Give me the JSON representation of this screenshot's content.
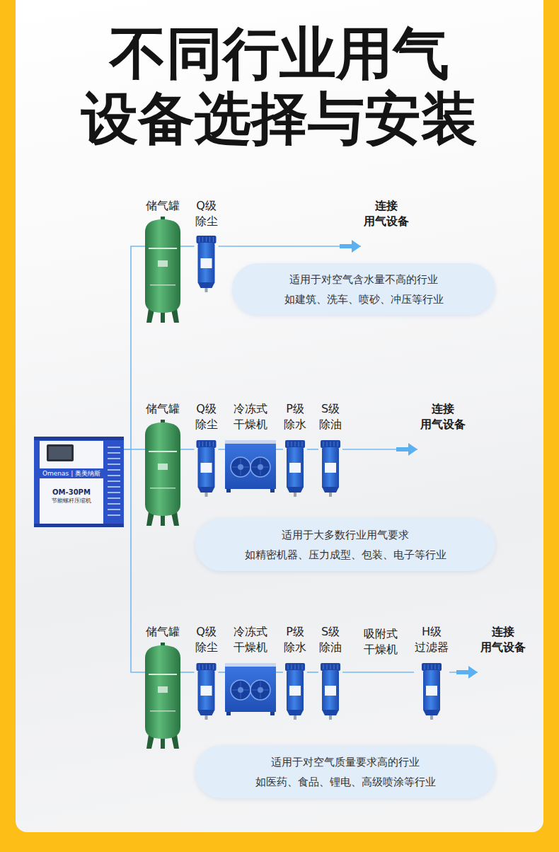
{
  "diagram": {
    "title": "不同行业用气 设备选择与安装",
    "nodes": [
      {
        "text": [
          "Omenas | 奥美纳斯",
          "OM-30PM",
          "节能螺杆压缩机"
        ]
      },
      {
        "text": [
          "储气罐"
        ]
      },
      {
        "text": [
          "Q级 除尘"
        ]
      },
      {
        "text": [
          "连接 用气设备"
        ]
      },
      {
        "text": [
          "适用于对空气含水量不高的行业",
          "如建筑、洗车、喷砂、冲压等行业"
        ]
      },
      {
        "text": [
          "储气罐"
        ]
      },
      {
        "text": [
          "Q级 除尘"
        ]
      },
      {
        "text": [
          "冷冻式 干燥机"
        ]
      },
      {
        "text": [
          "P级 除水"
        ]
      },
      {
        "text": [
          "S级 除油"
        ]
      },
      {
        "text": [
          "连接 用气设备"
        ]
      },
      {
        "text": [
          "适用于大多数行业用气要求",
          "如精密机器、压力成型、包装、电子等行业"
        ]
      },
      {
        "text": [
          "储气罐"
        ]
      },
      {
        "text": [
          "Q级 除尘"
        ]
      },
      {
        "text": [
          "冷冻式 干燥机"
        ]
      },
      {
        "text": [
          "P级 除水"
        ]
      },
      {
        "text": [
          "S级 除油"
        ]
      },
      {
        "text": [
          "H级 过滤器"
        ]
      },
      {
        "text": [
          "连接 用气设备"
        ]
      },
      {
        "text": [
          "适用于对空气质量要求高的行业",
          "如医药、食品、锂电、高级喷涂等行业"
        ]
      }
    ],
    "edges": [
      {
        "from": 0,
        "to": 1,
        "arrow": "none"
      },
      {
        "from": 0,
        "to": 5,
        "arrow": "none"
      },
      {
        "from": 0,
        "to": 12,
        "arrow": "none"
      },
      {
        "from": 1,
        "to": 2,
        "arrow": "none"
      },
      {
        "from": 2,
        "to": 3,
        "arrow": "to"
      },
      {
        "from": 5,
        "to": 6,
        "arrow": "none"
      },
      {
        "from": 6,
        "to": 7,
        "arrow": "none"
      },
      {
        "from": 7,
        "to": 8,
        "arrow": "none"
      },
      {
        "from": 8,
        "to": 9,
        "arrow": "none"
      },
      {
        "from": 9,
        "to": 10,
        "arrow": "to"
      },
      {
        "from": 12,
        "to": 13,
        "arrow": "none"
      },
      {
        "from": 13,
        "to": 14,
        "arrow": "none"
      },
      {
        "from": 14,
        "to": 15,
        "arrow": "none"
      },
      {
        "from": 15,
        "to": 16,
        "arrow": "none"
      },
      {
        "from": 16,
        "to": 17,
        "arrow": "none"
      },
      {
        "from": 17,
        "to": 18,
        "arrow": "to"
      }
    ],
    "labels": [
      "吸附式 干燥机"
    ]
  }
}
